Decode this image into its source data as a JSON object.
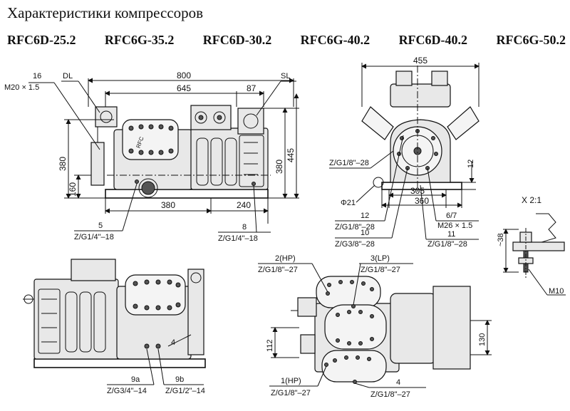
{
  "title": "Характеристики компрессоров",
  "models": [
    "RFC6D-25.2",
    "RFC6G-35.2",
    "RFC6D-30.2",
    "RFC6G-40.2",
    "RFC6D-40.2",
    "RFC6G-50.2"
  ],
  "side_view": {
    "dim_800": "800",
    "dim_645": "645",
    "dim_87": "87",
    "dim_380_left": "380",
    "dim_160": "160",
    "dim_380_bottom": "380",
    "dim_240": "240",
    "dim_380_right": "380",
    "dim_445": "445",
    "label_16": "16",
    "label_m20": "M20 × 1.5",
    "label_dl": "DL",
    "label_sl": "SL",
    "label_5": "5",
    "label_5_thread": "Z/G1/4\"–18",
    "label_8": "8",
    "label_8_thread": "Z/G1/4\"–18"
  },
  "front_view": {
    "dim_455": "455",
    "label_z28_left": "Z/G1/8\"–28",
    "dim_12_right": "12",
    "label_phi21": "Φ21",
    "dim_305": "305",
    "dim_360": "360",
    "label_12": "12",
    "label_12_thread": "Z/G1/8\"–28",
    "label_10": "10",
    "label_10_thread": "Z/G3/8\"–28",
    "label_67": "6/7",
    "label_m26": "M26 × 1.5",
    "label_11": "11",
    "label_11_thread": "Z/G1/8\"–28"
  },
  "detail_view": {
    "label_x": "X 2:1",
    "dim_38": "~38",
    "label_m10": "M10"
  },
  "rear_view": {
    "label_4": "4",
    "label_9a": "9a",
    "label_9a_thread": "Z/G3/4\"–14",
    "label_9b": "9b",
    "label_9b_thread": "Z/G1/2\"–14"
  },
  "top_view": {
    "label_2hp": "2(HP)",
    "label_2hp_thread": "Z/G1/8\"–27",
    "label_3lp": "3(LP)",
    "label_3lp_thread": "Z/G1/8\"–27",
    "dim_112": "112",
    "dim_130": "130",
    "label_1hp": "1(HP)",
    "label_1hp_thread": "Z/G1/8\"–27",
    "label_4": "4",
    "label_4_thread": "Z/G1/8\"–27"
  }
}
